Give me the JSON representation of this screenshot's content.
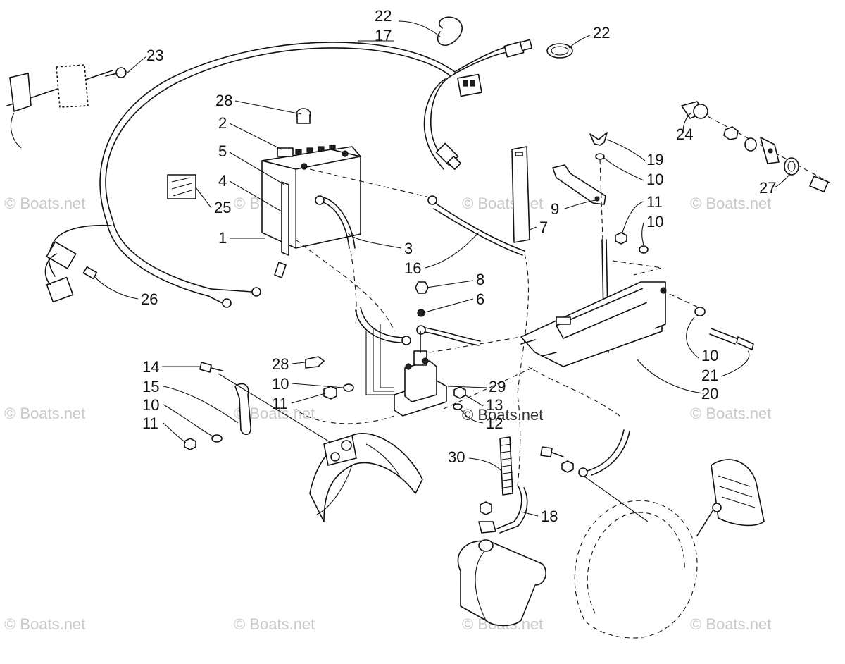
{
  "watermarks": {
    "text": "© Boats.net",
    "center_text": "© Boats.net"
  },
  "callouts": [
    {
      "id": "c22a",
      "label": "22"
    },
    {
      "id": "c17",
      "label": "17"
    },
    {
      "id": "c22b",
      "label": "22"
    },
    {
      "id": "c23",
      "label": "23"
    },
    {
      "id": "c28a",
      "label": "28"
    },
    {
      "id": "c2",
      "label": "2"
    },
    {
      "id": "c5",
      "label": "5"
    },
    {
      "id": "c4",
      "label": "4"
    },
    {
      "id": "c25",
      "label": "25"
    },
    {
      "id": "c1",
      "label": "1"
    },
    {
      "id": "c3",
      "label": "3"
    },
    {
      "id": "c16",
      "label": "16"
    },
    {
      "id": "c8",
      "label": "8"
    },
    {
      "id": "c6",
      "label": "6"
    },
    {
      "id": "c26",
      "label": "26"
    },
    {
      "id": "c7",
      "label": "7"
    },
    {
      "id": "c9",
      "label": "9"
    },
    {
      "id": "c19",
      "label": "19"
    },
    {
      "id": "c10a",
      "label": "10"
    },
    {
      "id": "c11a",
      "label": "11"
    },
    {
      "id": "c10b",
      "label": "10"
    },
    {
      "id": "c24",
      "label": "24"
    },
    {
      "id": "c27",
      "label": "27"
    },
    {
      "id": "c10c",
      "label": "10"
    },
    {
      "id": "c21",
      "label": "21"
    },
    {
      "id": "c20",
      "label": "20"
    },
    {
      "id": "c14",
      "label": "14"
    },
    {
      "id": "c15",
      "label": "15"
    },
    {
      "id": "c10d",
      "label": "10"
    },
    {
      "id": "c11b",
      "label": "11"
    },
    {
      "id": "c28b",
      "label": "28"
    },
    {
      "id": "c10e",
      "label": "10"
    },
    {
      "id": "c11c",
      "label": "11"
    },
    {
      "id": "c29",
      "label": "29"
    },
    {
      "id": "c13",
      "label": "13"
    },
    {
      "id": "c12",
      "label": "12"
    },
    {
      "id": "c30",
      "label": "30"
    },
    {
      "id": "c18",
      "label": "18"
    }
  ]
}
